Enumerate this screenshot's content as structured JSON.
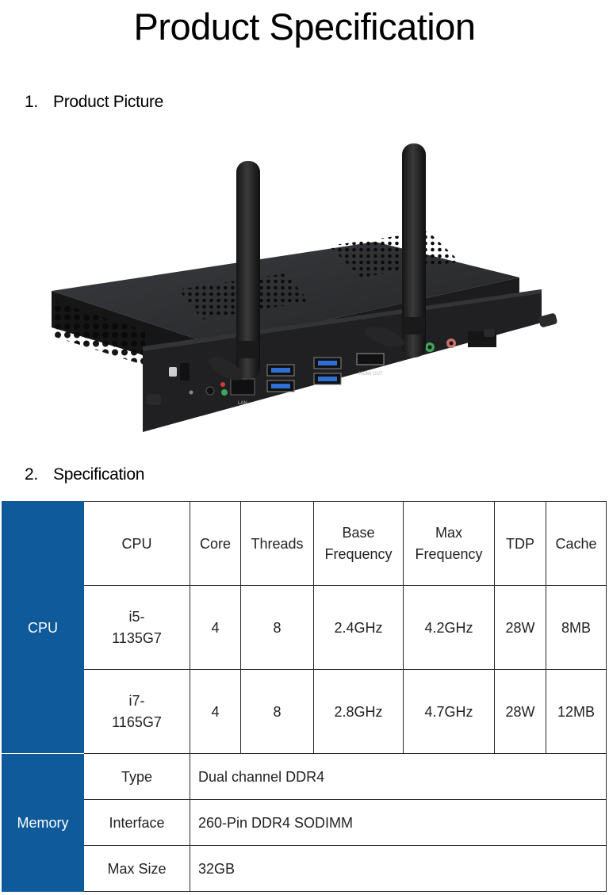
{
  "title": "Product Specification",
  "sections": [
    {
      "num": "1.",
      "label": "Product Picture"
    },
    {
      "num": "2.",
      "label": "Specification"
    }
  ],
  "product_photo": {
    "port_labels": {
      "hdmi": "HDMI OUT",
      "lan": "LAN"
    },
    "colors": {
      "chassis": "#1e1e20",
      "usb": "#2f6fd6",
      "mic": "#c9726c",
      "audio": "#3fa55a"
    }
  },
  "spec_table": {
    "group_color": "#0e5a9a",
    "cpu": {
      "group": "CPU",
      "headers": {
        "cpu": "CPU",
        "core": "Core",
        "threads": "Threads",
        "base_1": "Base",
        "base_2": "Frequency",
        "max_1": "Max",
        "max_2": "Frequency",
        "tdp": "TDP",
        "cache": "Cache"
      },
      "rows": [
        {
          "model_1": "i5-",
          "model_2": "1135G7",
          "core": "4",
          "threads": "8",
          "base": "2.4GHz",
          "max": "4.2GHz",
          "tdp": "28W",
          "cache": "8MB"
        },
        {
          "model_1": "i7-",
          "model_2": "1165G7",
          "core": "4",
          "threads": "8",
          "base": "2.8GHz",
          "max": "4.7GHz",
          "tdp": "28W",
          "cache": "12MB"
        }
      ]
    },
    "memory": {
      "group": "Memory",
      "rows": [
        {
          "label": "Type",
          "value": "Dual channel DDR4"
        },
        {
          "label": "Interface",
          "value": "260-Pin DDR4 SODIMM"
        },
        {
          "label": "Max Size",
          "value": "32GB"
        }
      ]
    }
  }
}
